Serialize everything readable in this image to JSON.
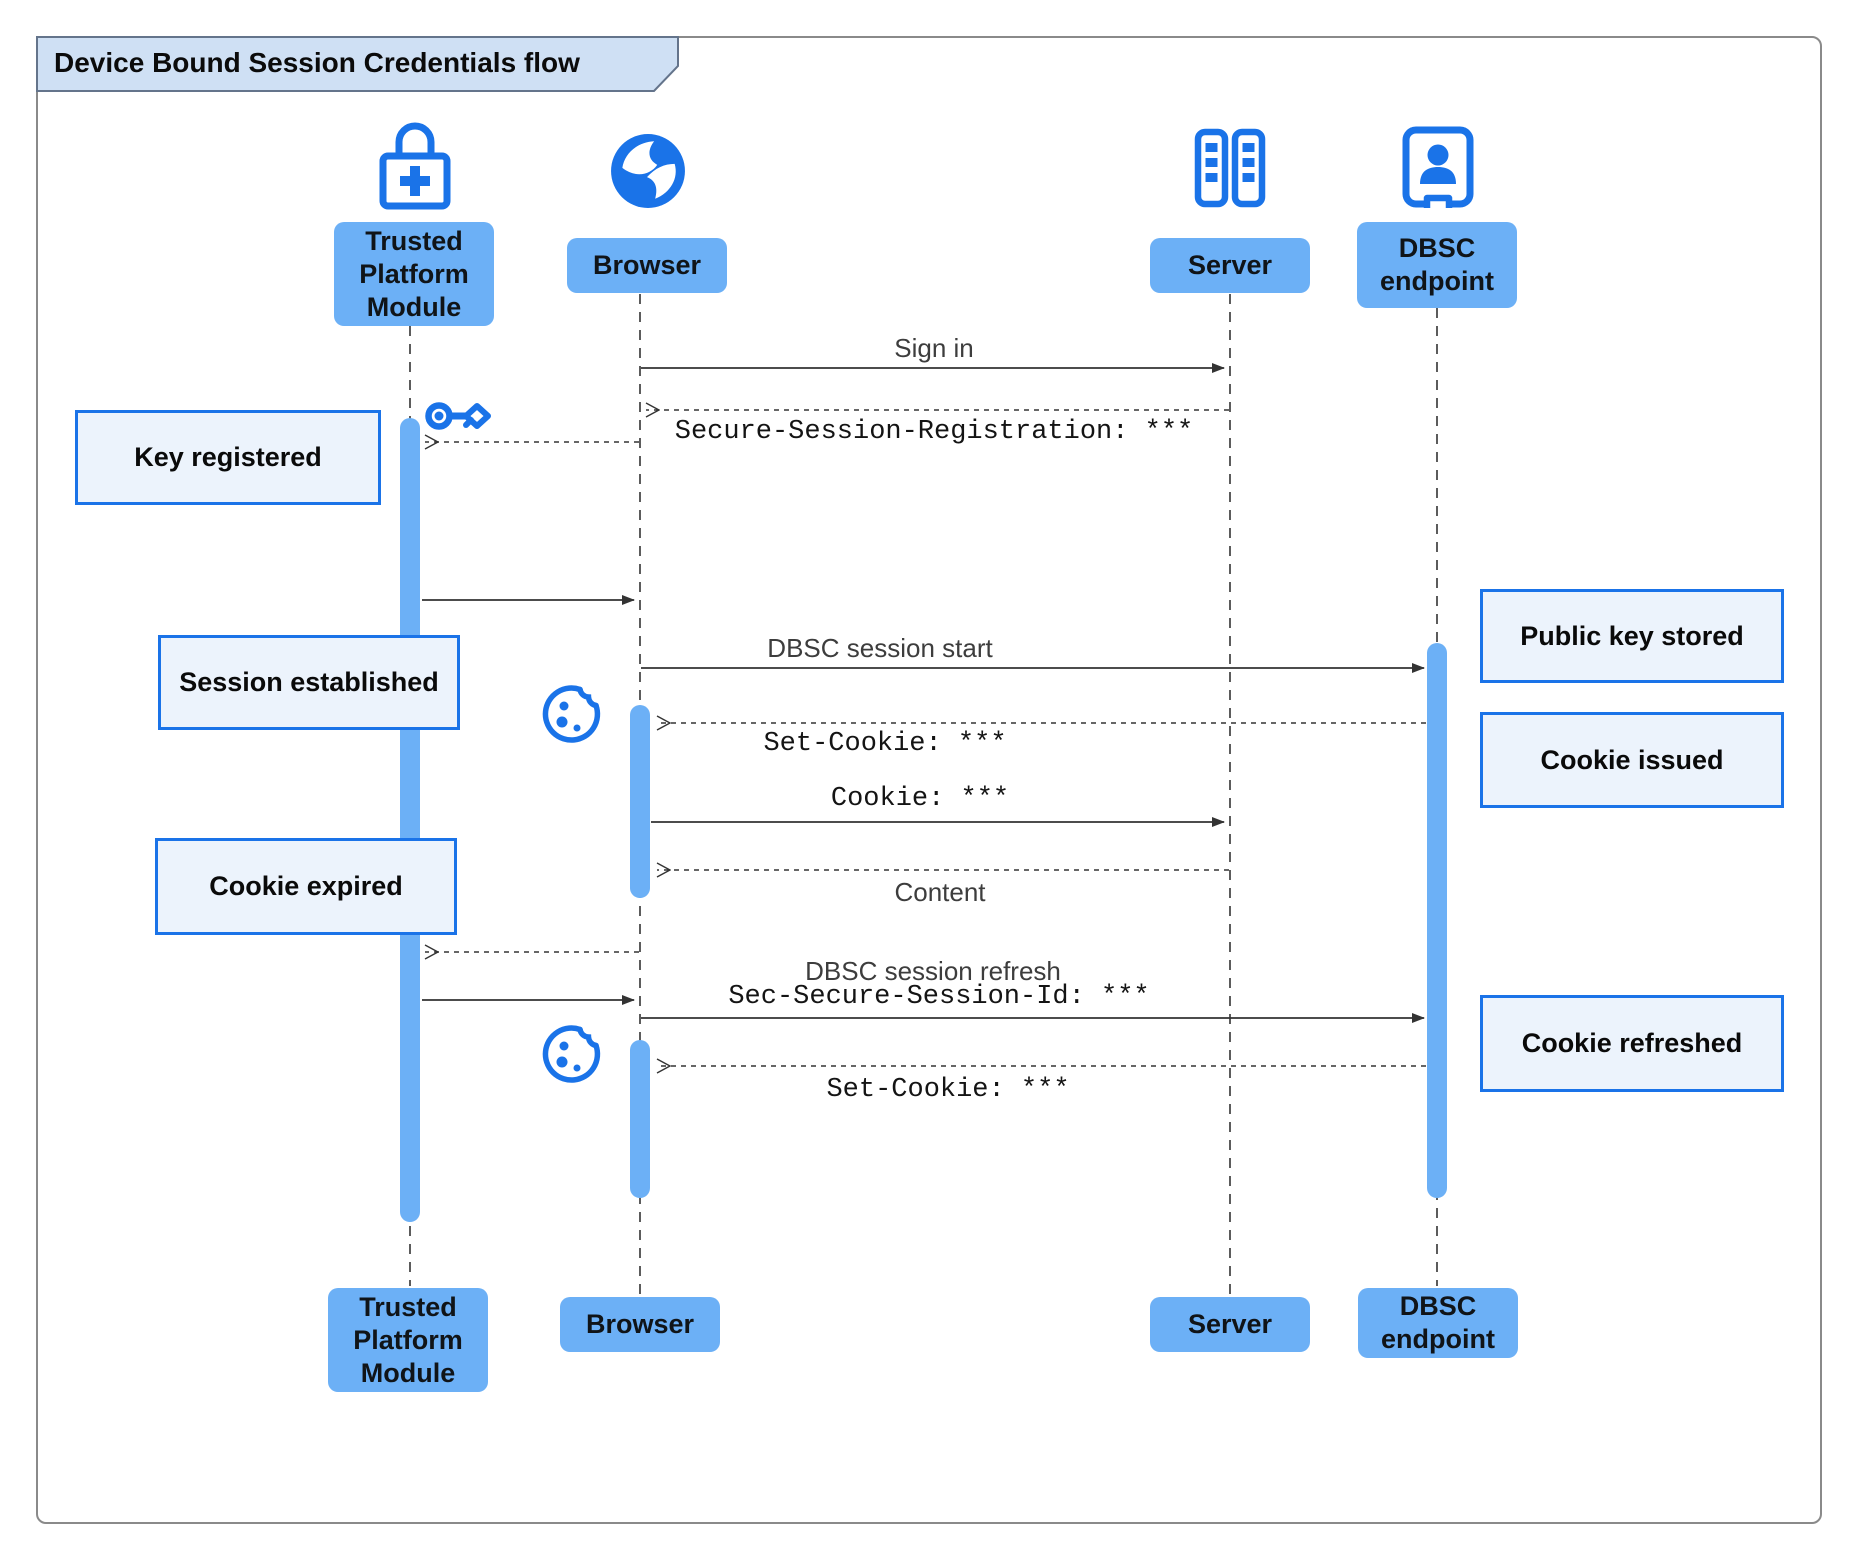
{
  "title": "Device Bound Session Credentials flow",
  "colors": {
    "accent": "#1a73e8",
    "actor-fill": "#6cb0f6",
    "note-fill": "#ecf3fc",
    "note-border": "#1a73e8",
    "title-fill": "#cfe0f4",
    "line": "#333333"
  },
  "actors": [
    {
      "id": "tpm",
      "label": "Trusted Platform Module",
      "icon": "lock-plus-icon"
    },
    {
      "id": "browser",
      "label": "Browser",
      "icon": "globe-icon"
    },
    {
      "id": "server",
      "label": "Server",
      "icon": "server-racks-icon"
    },
    {
      "id": "dbsc",
      "label": "DBSC endpoint",
      "icon": "kiosk-person-icon"
    }
  ],
  "notes": [
    {
      "id": "key-registered",
      "text": "Key registered"
    },
    {
      "id": "session-established",
      "text": "Session established"
    },
    {
      "id": "cookie-expired",
      "text": "Cookie expired"
    },
    {
      "id": "public-key-stored",
      "text": "Public key stored"
    },
    {
      "id": "cookie-issued",
      "text": "Cookie issued"
    },
    {
      "id": "cookie-refreshed",
      "text": "Cookie refreshed"
    }
  ],
  "messages": [
    {
      "id": "sign-in",
      "text": "Sign in",
      "kind": "solid",
      "from": "Browser",
      "to": "Server"
    },
    {
      "id": "secure-session-registration",
      "text": "Secure-Session-Registration: ***",
      "kind": "dashed",
      "from": "Server",
      "to": "Browser"
    },
    {
      "id": "dbsc-session-start",
      "text": "DBSC session start",
      "kind": "solid",
      "from": "Browser",
      "to": "DBSC endpoint"
    },
    {
      "id": "set-cookie-1",
      "text": "Set-Cookie: ***",
      "kind": "dashed",
      "from": "DBSC endpoint",
      "to": "Browser"
    },
    {
      "id": "cookie",
      "text": "Cookie: ***",
      "kind": "solid",
      "from": "Browser",
      "to": "Server"
    },
    {
      "id": "content",
      "text": "Content",
      "kind": "dashed",
      "from": "Server",
      "to": "Browser"
    },
    {
      "id": "dbsc-session-refresh",
      "text": "DBSC session refresh",
      "kind": "solid",
      "from": "Browser",
      "to": "DBSC endpoint"
    },
    {
      "id": "sec-secure-session-id",
      "text": "Sec-Secure-Session-Id: ***",
      "kind": "solid",
      "from": "Browser",
      "to": "DBSC endpoint"
    },
    {
      "id": "set-cookie-2",
      "text": "Set-Cookie: ***",
      "kind": "dashed",
      "from": "DBSC endpoint",
      "to": "Browser"
    }
  ]
}
